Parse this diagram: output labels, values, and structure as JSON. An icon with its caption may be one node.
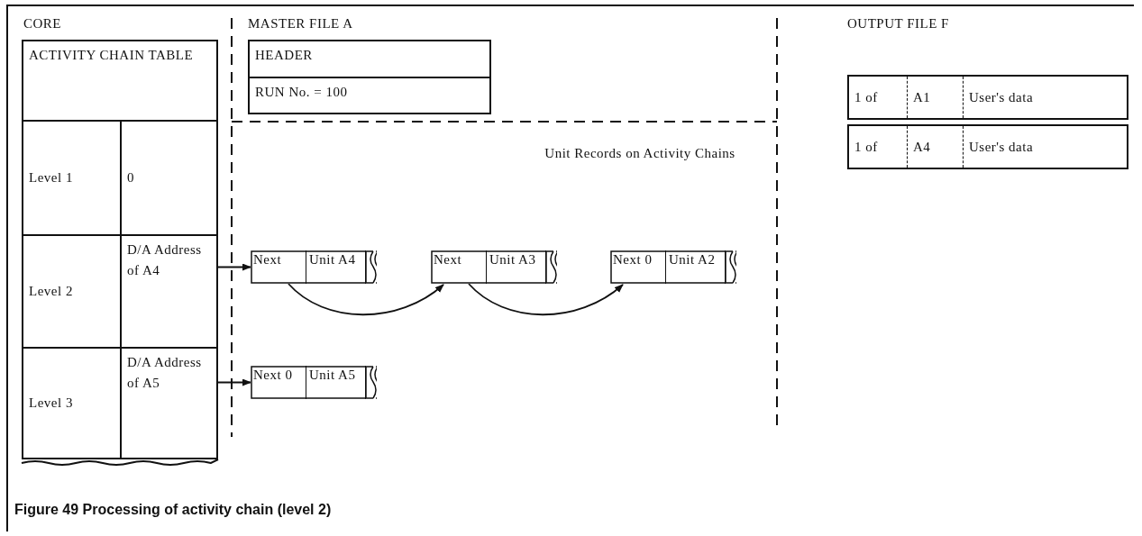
{
  "diagram": {
    "caption": "Figure 49 Processing of activity chain (level 2)",
    "nodes": [
      {
        "text": [
          "ACTIVITY CHAIN TABLE"
        ]
      },
      {
        "text": [
          "Level 1"
        ]
      },
      {
        "text": [
          "0"
        ]
      },
      {
        "text": [
          "Level 2"
        ]
      },
      {
        "text": [
          "D/A Address of A4"
        ]
      },
      {
        "text": [
          "Level 3"
        ]
      },
      {
        "text": [
          "D/A Address of A5"
        ]
      },
      {
        "text": [
          "HEADER"
        ]
      },
      {
        "text": [
          "RUN No. = 100"
        ]
      },
      {
        "text": [
          "Next",
          "Unit A4"
        ]
      },
      {
        "text": [
          "Next",
          "Unit A3"
        ]
      },
      {
        "text": [
          "Next 0",
          "Unit A2"
        ]
      },
      {
        "text": [
          "Next 0",
          "Unit A5"
        ]
      },
      {
        "text": [
          "1 of",
          "A1",
          "User's data"
        ]
      },
      {
        "text": [
          "1 of",
          "A4",
          "User's data"
        ]
      }
    ],
    "edges": [
      {
        "from": 4,
        "to": 9,
        "arrow": "to"
      },
      {
        "from": 9,
        "to": 10,
        "arrow": "to"
      },
      {
        "from": 10,
        "to": 11,
        "arrow": "to"
      },
      {
        "from": 6,
        "to": 12,
        "arrow": "to"
      }
    ],
    "labels": [
      "CORE",
      "MASTER FILE A",
      "OUTPUT FILE F",
      "Unit Records on Activity Chains"
    ]
  }
}
